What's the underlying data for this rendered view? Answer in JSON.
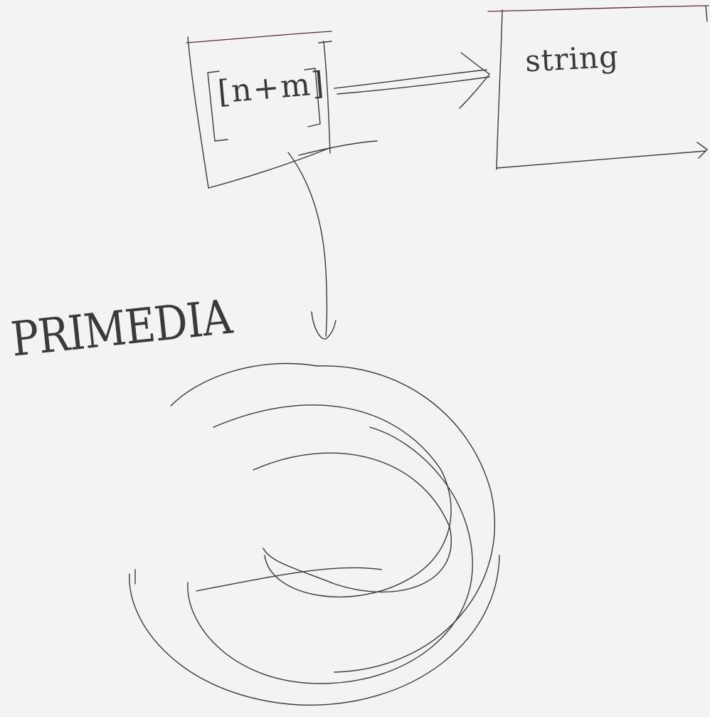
{
  "labels": {
    "box_left_text": "[n+m]",
    "box_right_text": "string",
    "circle_label": "PRIMEDIA"
  },
  "colors": {
    "background": "#f3f3f1",
    "ink": "#3a3a3a",
    "box_top_edge": "#5b2a2f"
  }
}
